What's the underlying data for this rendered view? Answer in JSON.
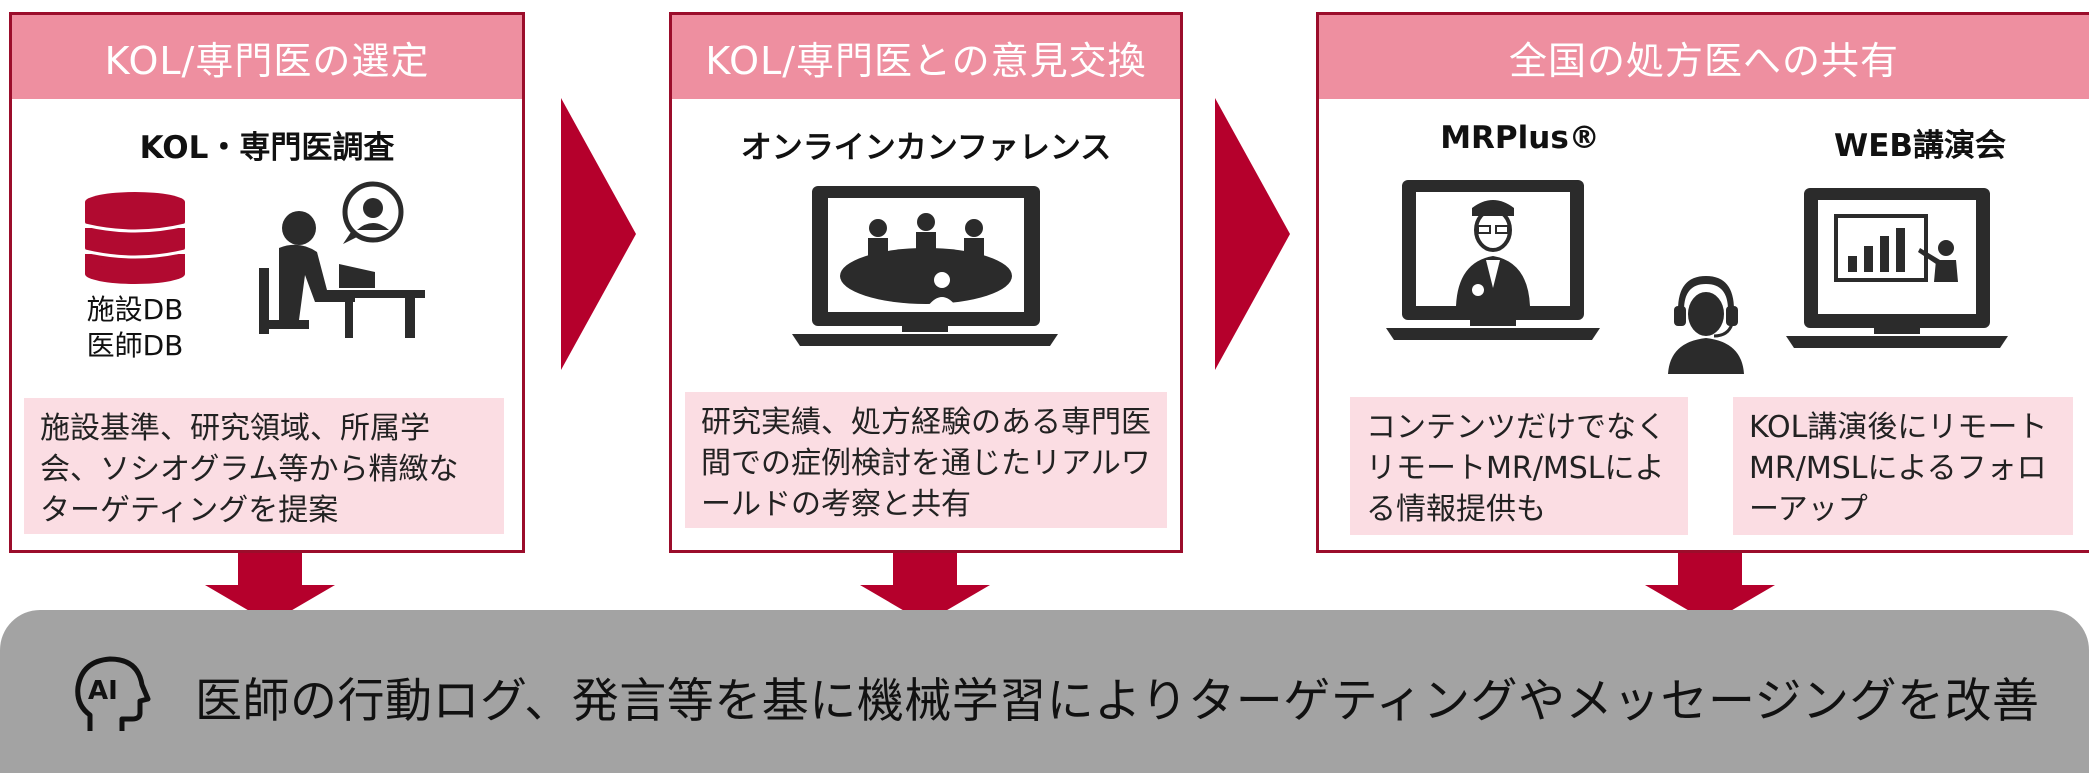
{
  "panels": [
    {
      "header": "KOL/専門医の選定",
      "subtitle": "KOL・専門医調査",
      "db_label_line1": "施設DB",
      "db_label_line2": "医師DB",
      "note": "施設基準、研究領域、所属学会、ソシオグラム等から精緻なターゲティングを提案",
      "icons": [
        "database-icon",
        "consultation-icon"
      ]
    },
    {
      "header": "KOL/専門医との意見交換",
      "subtitle": "オンラインカンファレンス",
      "note": "研究実績、処方経験のある専門医間での症例検討を通じたリアルワールドの考察と共有",
      "icons": [
        "laptop-conference-icon"
      ]
    },
    {
      "header": "全国の処方医への共有",
      "items": [
        {
          "subtitle": "MRPlus®",
          "note": "コンテンツだけでなくリモートMR/MSLによる情報提供も",
          "icon": "laptop-doctor-icon"
        },
        {
          "subtitle": "WEB講演会",
          "note": "KOL講演後にリモートMR/MSLによるフォローアップ",
          "icon": "laptop-presentation-icon"
        }
      ],
      "center_icon": "headset-operator-icon"
    }
  ],
  "banner": {
    "icon": "ai-head-icon",
    "text": "医師の行動ログ、発言等を基に機械学習によりターゲティングやメッセージングを改善"
  },
  "colors": {
    "header_bg": "#ee8fa0",
    "border": "#9b0d2b",
    "note_bg": "#fbdde3",
    "arrow": "#b5002c",
    "banner_bg": "#a3a3a3"
  }
}
